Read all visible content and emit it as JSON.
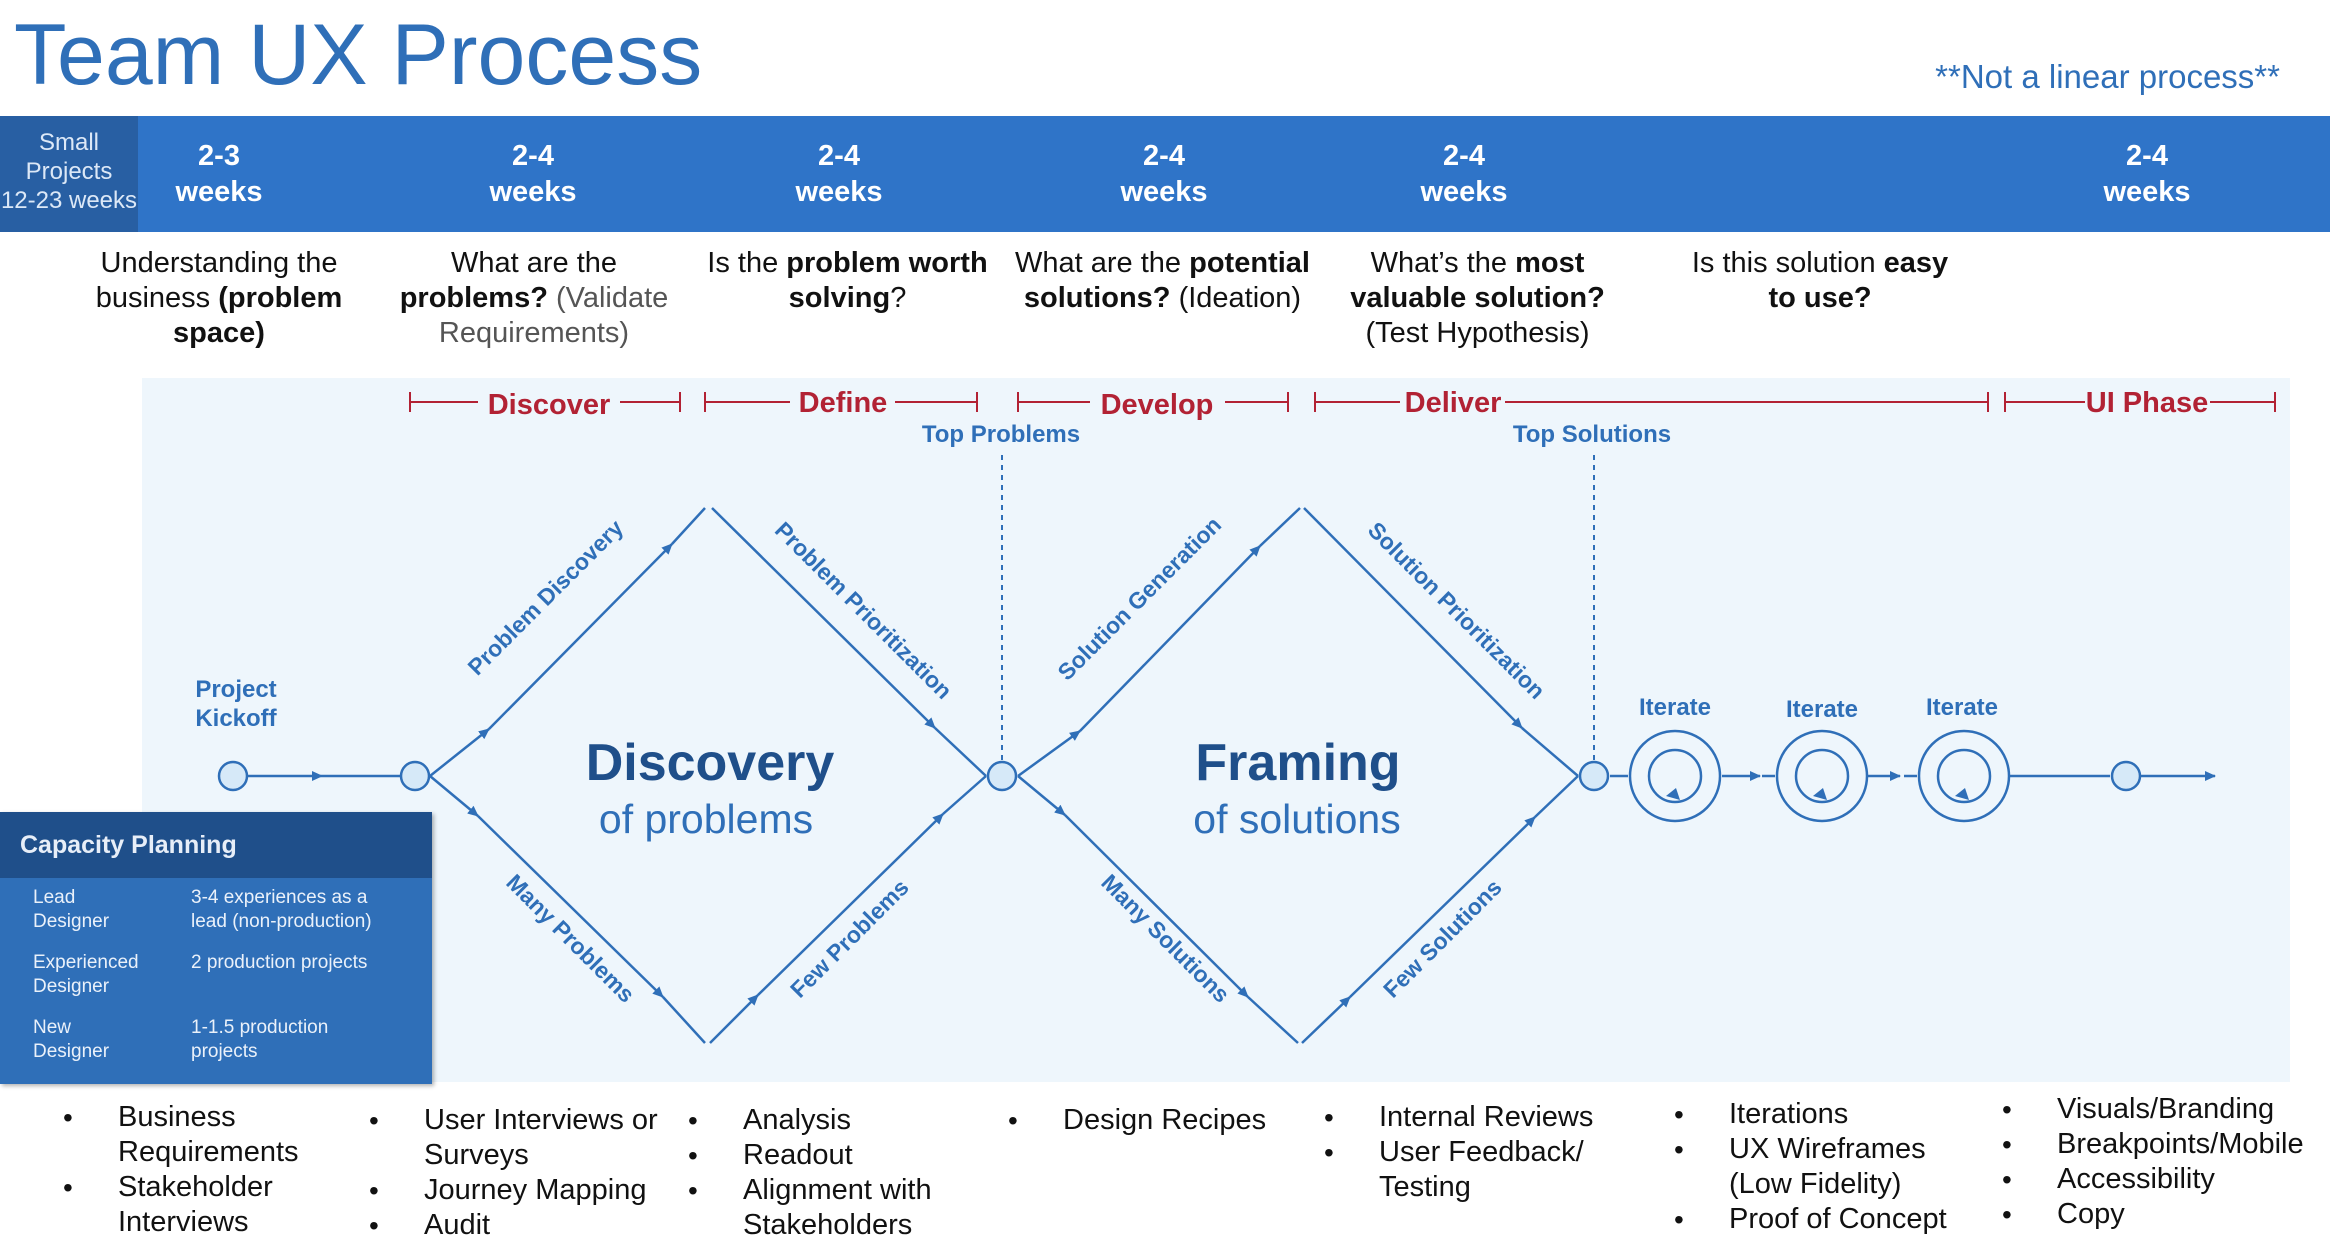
{
  "title": "Team UX Process",
  "note": "**Not a linear process**",
  "small_projects": [
    "Small",
    "Projects",
    "12-23 weeks"
  ],
  "weeks": [
    {
      "n": "2-3",
      "w": "weeks"
    },
    {
      "n": "2-4",
      "w": "weeks"
    },
    {
      "n": "2-4",
      "w": "weeks"
    },
    {
      "n": "2-4",
      "w": "weeks"
    },
    {
      "n": "2-4",
      "w": "weeks"
    },
    {
      "n": "2-4",
      "w": "weeks"
    }
  ],
  "questions": [
    {
      "parts": [
        {
          "t": "Understanding the business ",
          "b": false
        },
        {
          "t": "(problem space)",
          "b": true
        }
      ]
    },
    {
      "parts": [
        {
          "t": "What are the ",
          "b": false
        },
        {
          "t": "problems?",
          "b": true
        },
        {
          "t": " (Validate Requirements)",
          "b": false,
          "grey": true
        }
      ]
    },
    {
      "parts": [
        {
          "t": "Is the ",
          "b": false
        },
        {
          "t": "problem worth solving",
          "b": true
        },
        {
          "t": "?",
          "b": false
        }
      ]
    },
    {
      "parts": [
        {
          "t": "What are the ",
          "b": false
        },
        {
          "t": "potential solutions?",
          "b": true
        },
        {
          "t": " (Ideation)",
          "b": false
        }
      ]
    },
    {
      "parts": [
        {
          "t": "What’s the ",
          "b": false
        },
        {
          "t": "most valuable solution?",
          "b": true
        },
        {
          "t": " (Test Hypothesis)",
          "b": false
        }
      ]
    },
    {
      "parts": [
        {
          "t": "Is this solution ",
          "b": false
        },
        {
          "t": "easy to use?",
          "b": true
        }
      ]
    }
  ],
  "phases": [
    "Discover",
    "Define",
    "Develop",
    "Deliver",
    "UI Phase"
  ],
  "markers": [
    "Top Problems",
    "Top Solutions"
  ],
  "kickoff": [
    "Project",
    "Kickoff"
  ],
  "diamond1": {
    "title": "Discovery",
    "sub": "of problems",
    "ul": "Problem Discovery",
    "ur": "Problem Prioritization",
    "ll": "Many Problems",
    "lr": "Few Problems"
  },
  "diamond2": {
    "title": "Framing",
    "sub": "of solutions",
    "ul": "Solution Generation",
    "ur": "Solution Prioritization",
    "ll": "Many Solutions",
    "lr": "Few Solutions"
  },
  "iterate": [
    "Iterate",
    "Iterate",
    "Iterate"
  ],
  "capacity": {
    "title": "Capacity Planning",
    "rows": [
      {
        "role": [
          "Lead",
          "Designer"
        ],
        "value": [
          "3-4 experiences as a",
          "lead (non-production)"
        ]
      },
      {
        "role": [
          "Experienced",
          "Designer"
        ],
        "value": [
          "2 production projects"
        ]
      },
      {
        "role": [
          "New",
          "Designer"
        ],
        "value": [
          "1-1.5 production",
          "projects"
        ]
      }
    ]
  },
  "deliverables": [
    [
      "Business Requirements",
      "Stakeholder Interviews"
    ],
    [
      "User Interviews or Surveys",
      "Journey Mapping",
      "Audit"
    ],
    [
      "Analysis",
      "Readout",
      "Alignment with Stakeholders"
    ],
    [
      "Design Recipes"
    ],
    [
      "Internal Reviews",
      "User Feedback/ Testing"
    ],
    [
      "Iterations",
      "UX Wireframes (Low Fidelity)",
      "Proof of Concept"
    ],
    [
      "Visuals/Branding",
      "Breakpoints/Mobile",
      "Accessibility",
      "Copy"
    ]
  ],
  "colors": {
    "blue": "#2f74c8",
    "dark_blue": "#1f4f8a",
    "red": "#b22234",
    "diagram_blue": "#2f6fb8",
    "panel": "#eef6fc"
  }
}
